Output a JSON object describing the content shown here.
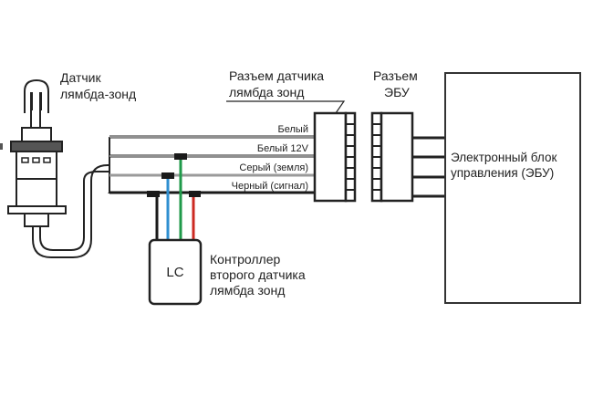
{
  "title": "Lambda sensor wiring diagram with LC controller",
  "labels": {
    "sensor": [
      "Датчик",
      "лямбда-зонд"
    ],
    "sensor_connector": [
      "Разъем датчика",
      "лямбда зонд"
    ],
    "ecu_connector": [
      "Разъем",
      "ЭБУ"
    ],
    "ecu": [
      "Электронный блок",
      "управления (ЭБУ)"
    ],
    "controller": [
      "Контроллер",
      "второго датчика",
      "лямбда зонд"
    ],
    "lc_box": "LC"
  },
  "wires": [
    {
      "label": "Белый",
      "color": "#ffffff"
    },
    {
      "label": "Белый 12V",
      "color": "#ffffff"
    },
    {
      "label": "Серый (земля)",
      "color": "#9a9a9a"
    },
    {
      "label": "Черный (сигнал)",
      "color": "#1a1a1a"
    }
  ],
  "lc_wires": [
    {
      "name": "black",
      "color": "#1a1a1a"
    },
    {
      "name": "blue",
      "color": "#2f8fd0"
    },
    {
      "name": "green",
      "color": "#1f9a4a"
    },
    {
      "name": "red",
      "color": "#cc2a22"
    }
  ]
}
